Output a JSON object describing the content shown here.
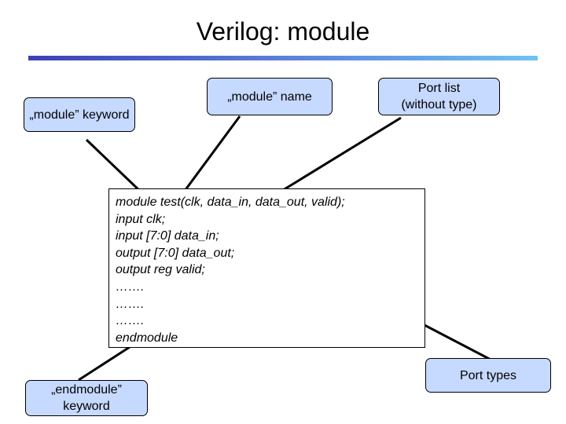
{
  "title": "Verilog: module",
  "callouts": {
    "module_keyword": "„module” keyword",
    "module_name": "„module” name",
    "port_list": [
      "Port list",
      "(without type)"
    ],
    "endmodule_keyword": [
      "„endmodule”",
      "keyword"
    ],
    "port_types": "Port types"
  },
  "code": [
    "module test(clk, data_in, data_out, valid);",
    "input clk;",
    "input [7:0] data_in;",
    "output [7:0] data_out;",
    "output reg valid;",
    "…….",
    "…….",
    "…….",
    "endmodule"
  ],
  "colors": {
    "callout_fill": "#c6d9ff",
    "rule_start": "#3d40b5",
    "rule_end": "#6ec3f4"
  }
}
